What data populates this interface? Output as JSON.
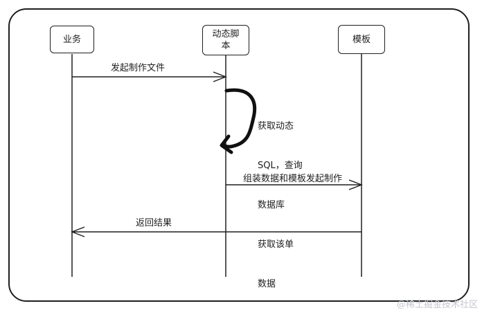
{
  "actors": {
    "business": "业务",
    "script": "动态脚本",
    "template": "模板"
  },
  "messages": {
    "initiate": "发起制作文件",
    "assemble": "组装数据和模板发起制作",
    "result": "返回结果"
  },
  "self_note": {
    "line1": "获取动态",
    "line2": "SQL，查询",
    "line3": "数据库",
    "line4": "获取该单",
    "line5": "数据"
  },
  "watermark": "@稀土掘金技术社区"
}
